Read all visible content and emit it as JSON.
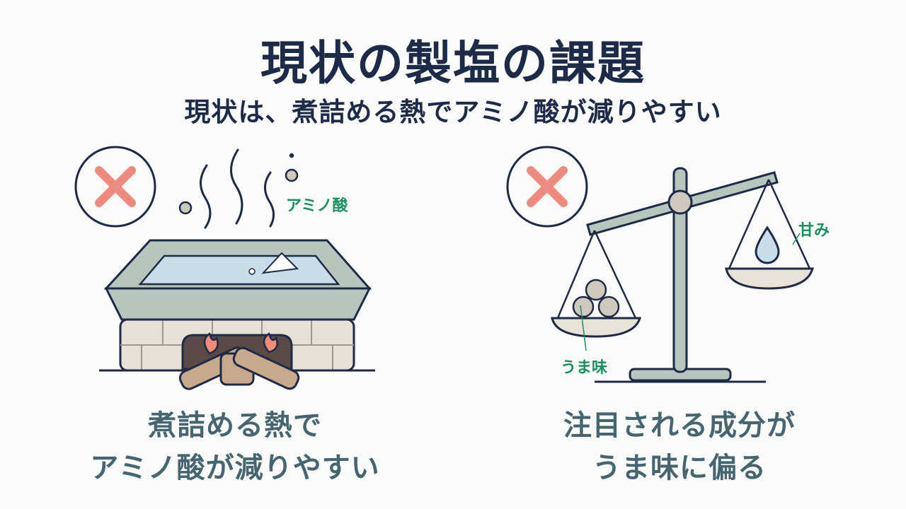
{
  "title": "現状の製塩の課題",
  "subtitle": "現状は、煮詰める熱でアミノ酸が減りやすい",
  "left_panel": {
    "label": "アミノ酸",
    "caption_lines": [
      "煮詰める熱で",
      "アミノ酸が減りやすい"
    ],
    "status_icon": "x-mark-icon"
  },
  "right_panel": {
    "label_left_pan": "うま味",
    "label_right_pan": "甘み",
    "caption_lines": [
      "注目される成分が",
      "うま味に偏る"
    ],
    "status_icon": "x-mark-icon"
  },
  "colors": {
    "title": "#1d2a48",
    "caption": "#456570",
    "label": "#1a8f5f",
    "x_mark": "#ef8a80",
    "outline": "#1d2a48",
    "pan": "#b7c6bd",
    "water": "#c9dde9",
    "fire": "#f08c7a"
  }
}
